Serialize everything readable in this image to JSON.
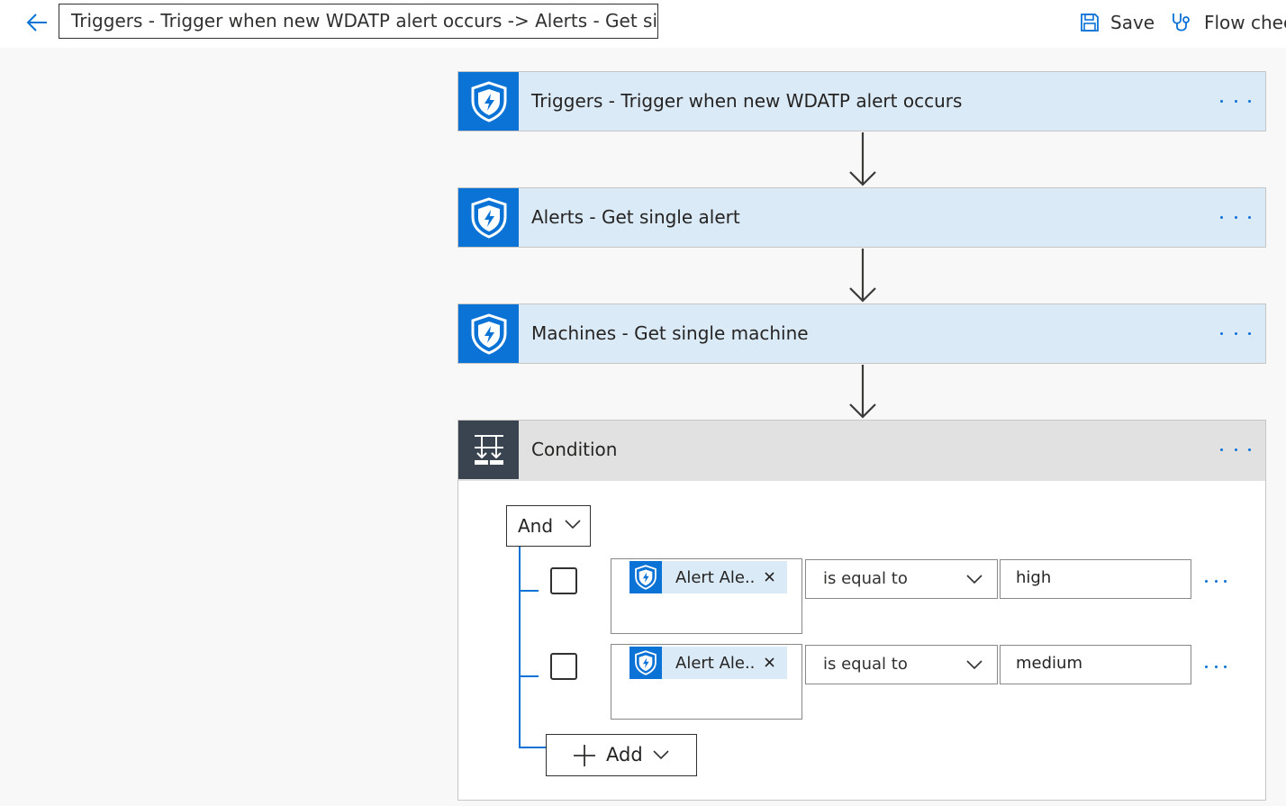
{
  "header": {
    "breadcrumb": "Triggers - Trigger when new WDATP alert occurs -> Alerts - Get sing...",
    "save_label": "Save",
    "checker_label": "Flow chec"
  },
  "steps": [
    {
      "title": "Triggers - Trigger when new WDATP alert occurs",
      "icon": "shield-lightning-icon"
    },
    {
      "title": "Alerts - Get single alert",
      "icon": "shield-lightning-icon"
    },
    {
      "title": "Machines - Get single machine",
      "icon": "shield-lightning-icon"
    }
  ],
  "condition": {
    "title": "Condition",
    "icon": "condition-icon",
    "group_operator": "And",
    "rows": [
      {
        "token": "Alert Ale...",
        "operator": "is equal to",
        "value": "high"
      },
      {
        "token": "Alert Ale...",
        "operator": "is equal to",
        "value": "medium"
      }
    ],
    "add_label": "Add"
  },
  "colors": {
    "accent": "#0b72d6",
    "card_bg": "#dbeaf7",
    "condition_header_bg": "#e1e1e1",
    "condition_icon_bg": "#3a4450"
  }
}
